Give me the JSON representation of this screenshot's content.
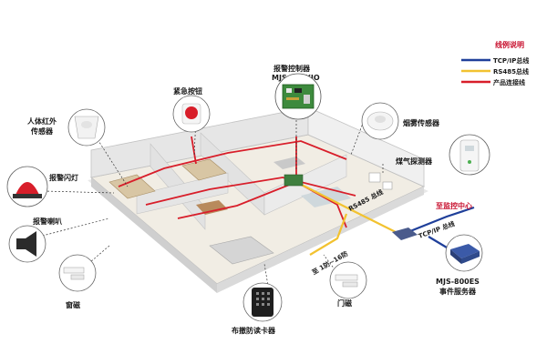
{
  "legend": {
    "title": "线例说明",
    "items": [
      {
        "label": "TCP/IP总线",
        "color": "#1f3f9a"
      },
      {
        "label": "RS485总线",
        "color": "#f2c230"
      },
      {
        "label": "产品连接线",
        "color": "#d81e2a"
      }
    ]
  },
  "devices": {
    "controller": {
      "name": "报警控制器",
      "model": "MJS-800XIO"
    },
    "panic_button": "紧急按钮",
    "pir_sensor_line1": "人体红外",
    "pir_sensor_line2": "传感器",
    "smoke_detector": "烟雾传感器",
    "strobe_light": "报警闪灯",
    "gas_detector": "煤气探测器",
    "siren": "报警喇叭",
    "monitor_center": "至监控中心",
    "tcpip_bus_tag": "TCP/IP 总线",
    "rs485_bus_tag": "RS485 总线",
    "server": {
      "model": "MJS-800ES",
      "name": "事件服务器"
    },
    "bus_1_16": "至 1防~16防",
    "window_contact": "窗磁",
    "door_contact": "门磁",
    "card_reader": "布撤防读卡器"
  },
  "colors": {
    "product_line": "#d81e2a",
    "rs485": "#f2c230",
    "tcpip": "#1f3f9a",
    "label_red": "#c8102e"
  }
}
